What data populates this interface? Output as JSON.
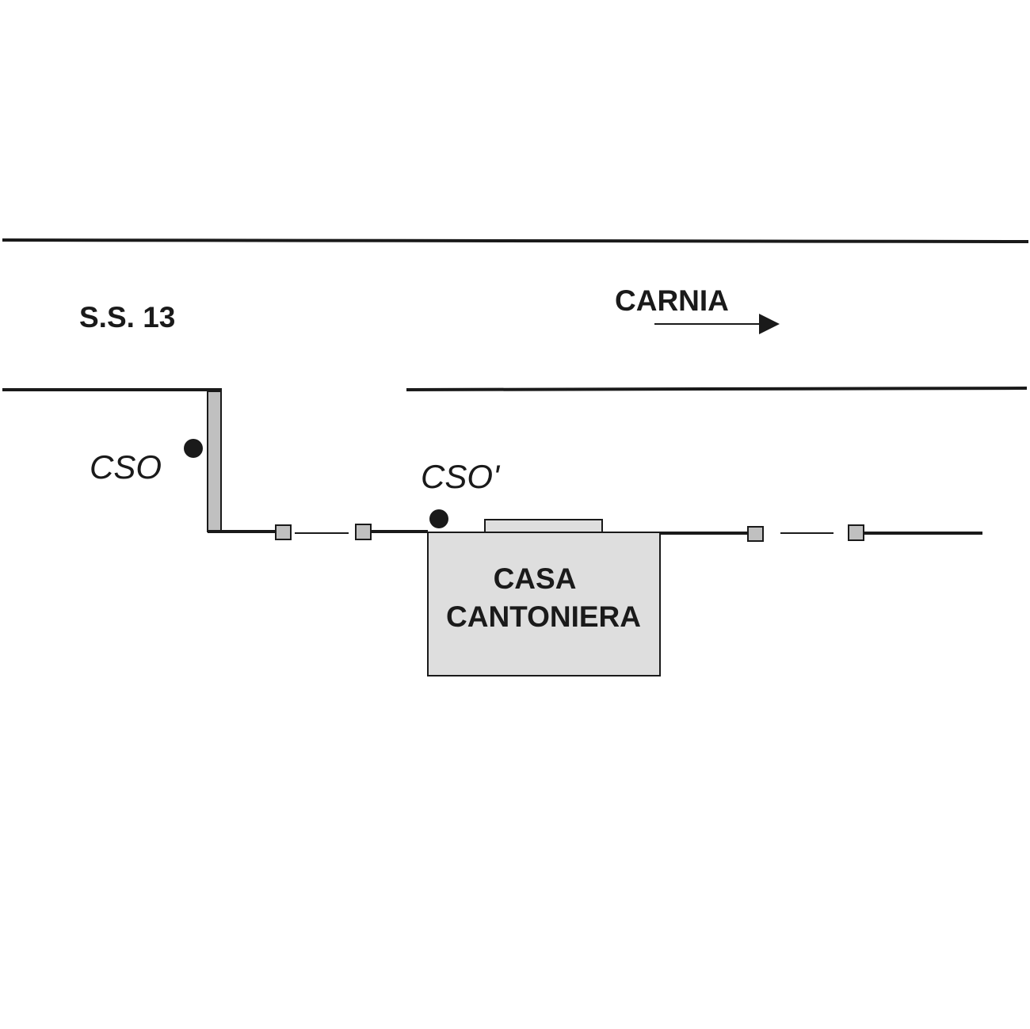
{
  "diagram": {
    "road_label": "S.S. 13",
    "direction_label": "CARNIA",
    "direction_arrow": "arrow-right",
    "building_label_line1": "CASA",
    "building_label_line2": "CANTONIERA",
    "points": [
      {
        "label": "CSO",
        "marker": "filled-circle"
      },
      {
        "label": "CSO'",
        "marker": "filled-circle"
      }
    ],
    "colors": {
      "line": "#1a1a1a",
      "fill_gray": "#c0c0c0",
      "building_fill": "#dedede",
      "background": "#ffffff"
    }
  }
}
